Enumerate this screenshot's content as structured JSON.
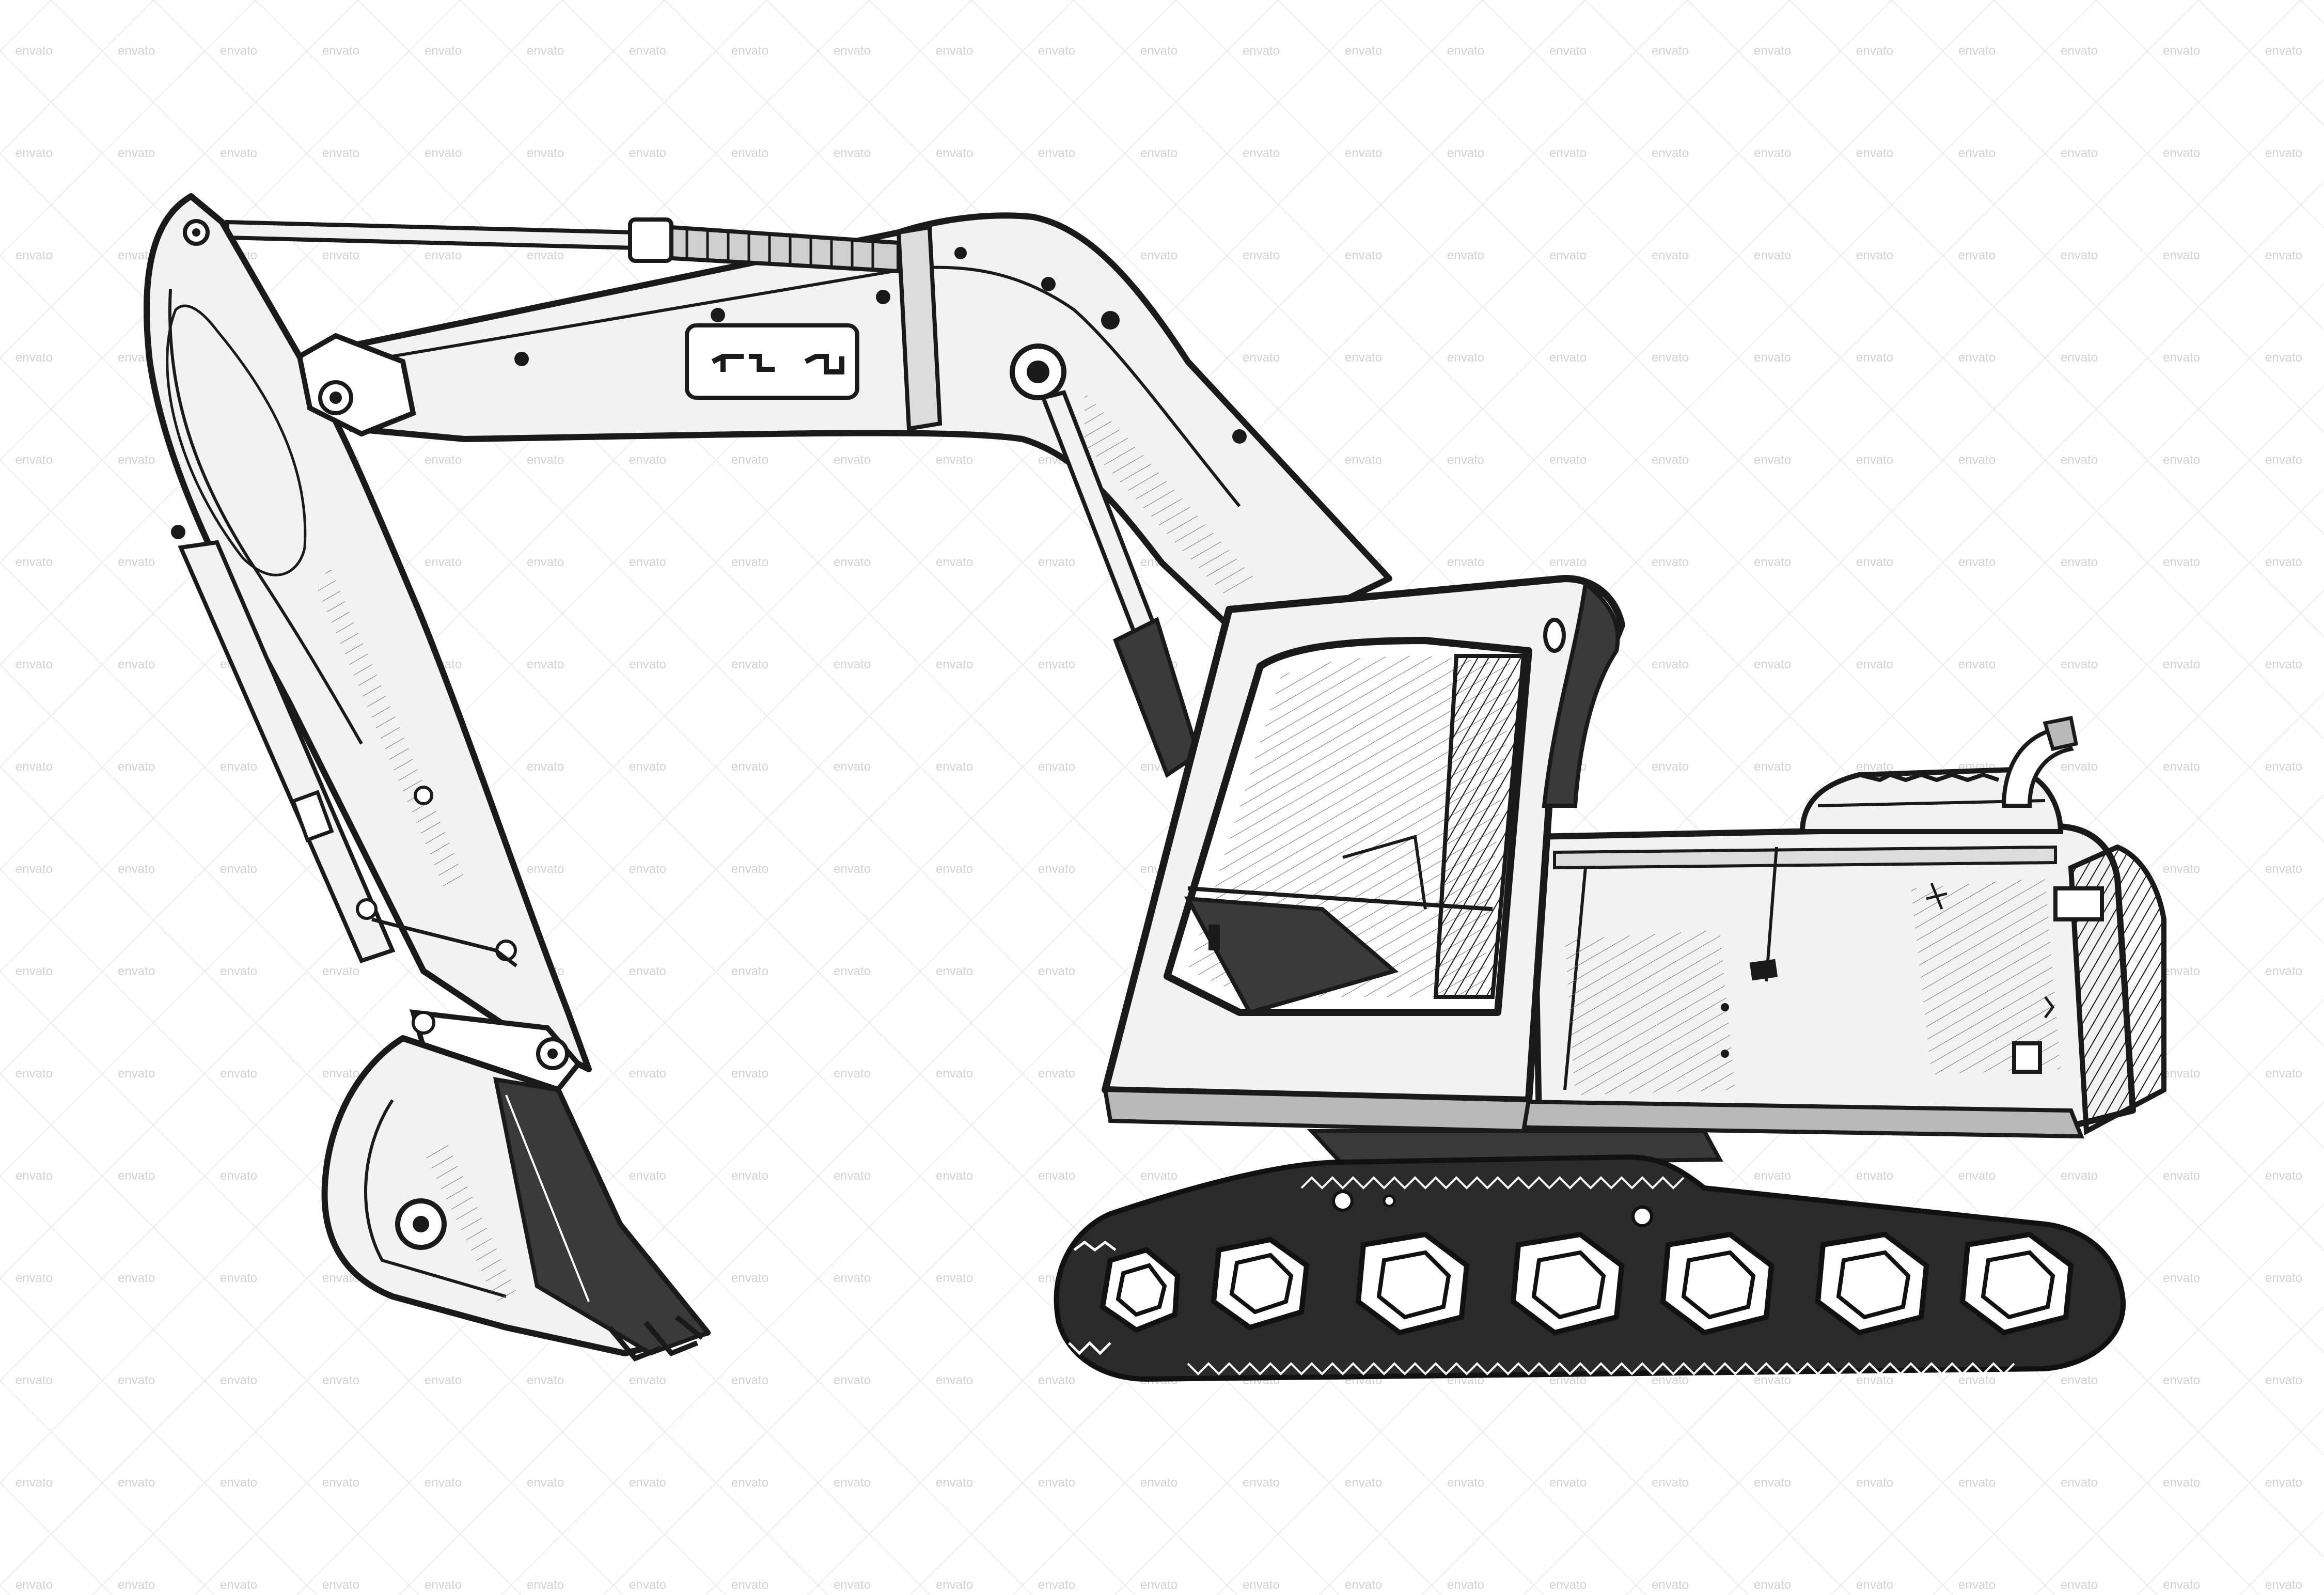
{
  "illustration": {
    "subject": "excavator",
    "style": "hand-drawn ink sketch",
    "colors": {
      "background": "#ffffff",
      "ink": "#1a1a1a",
      "body_fill": "#f2f2f2",
      "shadow_fill": "#b9b9b9",
      "dark_fill": "#3a3a3a",
      "watermark": "#cfcfcf"
    }
  },
  "watermark": {
    "text": "envato"
  }
}
